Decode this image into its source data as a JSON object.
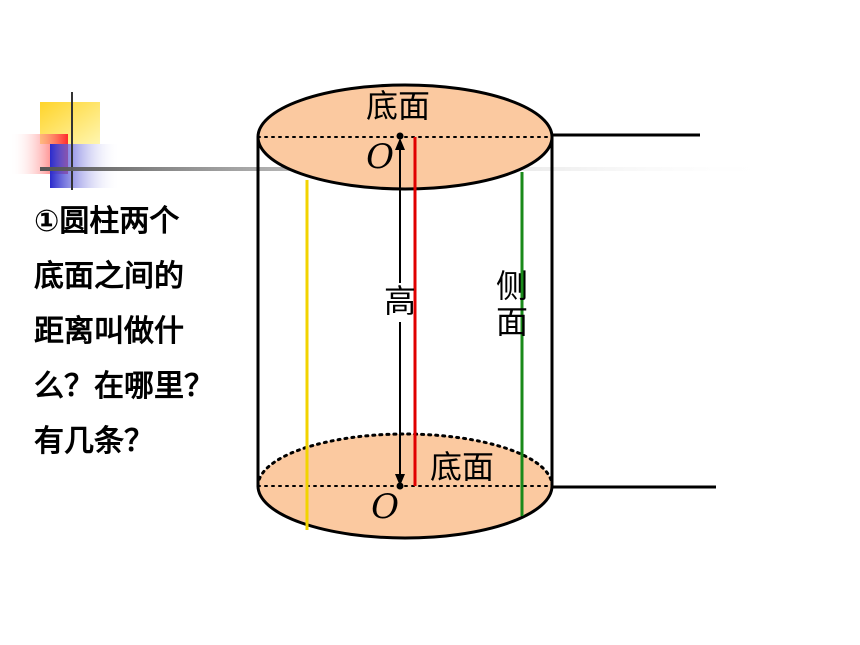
{
  "question_lines": [
    "①圆柱两个",
    "底面之间的",
    "距离叫做什",
    "么？在哪里？",
    "有几条？"
  ],
  "labels": {
    "top_base": "底面",
    "bottom_base": "底面",
    "height": "高",
    "lateral_top": "侧",
    "lateral_bottom": "面",
    "center_top": "O",
    "center_bottom": "O"
  },
  "colors": {
    "base_fill": "#fbc9a0",
    "height_line": "#000000",
    "red_line": "#e00000",
    "yellow_line": "#f2d300",
    "green_line": "#1a8a1a",
    "deco_yellow": "#ffe14d",
    "deco_red": "#ff3b3b",
    "deco_blue": "#3030cc"
  },
  "icons": {
    "decoration": "colored-squares-crosshair-icon"
  }
}
